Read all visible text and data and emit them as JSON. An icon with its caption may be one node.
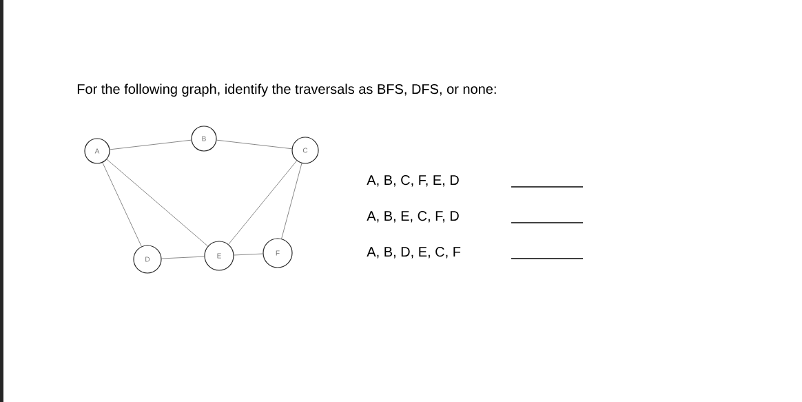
{
  "diagram": {
    "title": "For the following graph, identify the traversals as BFS, DFS, or none:",
    "nodes": [
      {
        "text": [
          "A"
        ]
      },
      {
        "text": [
          "B"
        ]
      },
      {
        "text": [
          "C"
        ]
      },
      {
        "text": [
          "D"
        ]
      },
      {
        "text": [
          "E"
        ]
      },
      {
        "text": [
          "F"
        ]
      }
    ],
    "edges": [
      {
        "from": 0,
        "to": 1,
        "arrow": "none"
      },
      {
        "from": 1,
        "to": 2,
        "arrow": "none"
      },
      {
        "from": 0,
        "to": 3,
        "arrow": "none"
      },
      {
        "from": 0,
        "to": 4,
        "arrow": "none"
      },
      {
        "from": 2,
        "to": 4,
        "arrow": "none"
      },
      {
        "from": 2,
        "to": 5,
        "arrow": "none"
      },
      {
        "from": 3,
        "to": 4,
        "arrow": "none"
      },
      {
        "from": 4,
        "to": 5,
        "arrow": "none"
      }
    ],
    "labels": [
      "A, B, C, F, E, D",
      "A, B, E, C, F, D",
      "A, B, D, E, C, F"
    ]
  }
}
